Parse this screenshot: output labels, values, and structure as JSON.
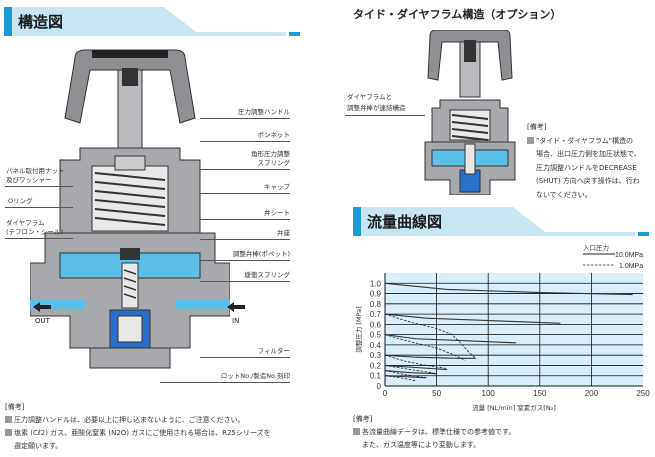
{
  "structure": {
    "title": "構造図",
    "labels_left": [
      "パネル取付用ナット",
      "及びワッシャー",
      "Oリング",
      "ダイヤフラム",
      "(テフロン・シール)"
    ],
    "labels_right": [
      "圧力調整ハンドル",
      "ボンネット",
      "角形圧力調整",
      "スプリング",
      "キャップ",
      "弁シート",
      "弁座",
      "調整弁棒(ポペット)",
      "緩衝スプリング",
      "フィルター",
      "ロットNo./製造No.刻印"
    ],
    "out_label": "OUT",
    "in_label": "IN",
    "notes_heading": "[備考]",
    "notes": [
      "圧力調整ハンドルは、必要以上に押し込まないように、ご注意ください。",
      "塩素 (Cℓ2) ガス、亜酸化窒素 (N2O) ガスにご使用される場合は、R25シリーズを",
      "選定願います。"
    ]
  },
  "tied": {
    "title": "タイド・ダイヤフラム構造（オプション）",
    "label": [
      "ダイヤフラムと",
      "調整弁棒が連結構造"
    ],
    "notes_heading": "[備考]",
    "notes": [
      "\"タイド・ダイヤフラム\"構造の",
      "場合、出口圧力側を加圧状態で、",
      "圧力調整ハンドルをDECREASE",
      "(SHUT) 方向へ戻す操作は、行わ",
      "ないでください。"
    ]
  },
  "flow": {
    "title": "流量曲線図",
    "notes_heading": "[備考]",
    "notes": [
      "各流量曲線データは、標準仕様での参考値です。",
      "また、ガス温度等により変動します。"
    ]
  },
  "colors": {
    "accent": "#1a9bd7",
    "header_bg": "#c8e6f2",
    "fluid": "#5bbfe8",
    "plot_bg": "#d9eef8"
  },
  "chart_data": {
    "type": "line",
    "title": "流量曲線図",
    "xlabel": "流量 [NL/min]  窒素ガス[N₂]",
    "ylabel": "調整圧力 [MPa]",
    "xlim": [
      0,
      250
    ],
    "ylim": [
      0,
      1.1
    ],
    "xticks": [
      "0",
      "50",
      "100",
      "150",
      "200",
      "250"
    ],
    "yticks": [
      "0",
      "0.1",
      "0.2",
      "0.3",
      "0.4",
      "0.5",
      "0.6",
      "0.7",
      "0.8",
      "0.9",
      "1.0"
    ],
    "grid": true,
    "legend_title": "入口圧力",
    "legend_position": "top-right",
    "series": [
      {
        "name": "10.0MPa",
        "style": "solid",
        "curves": [
          [
            [
              0,
              1.0
            ],
            [
              60,
              0.94
            ],
            [
              150,
              0.91
            ],
            [
              240,
              0.89
            ]
          ],
          [
            [
              0,
              0.7
            ],
            [
              40,
              0.66
            ],
            [
              120,
              0.63
            ],
            [
              170,
              0.61
            ]
          ],
          [
            [
              0,
              0.5
            ],
            [
              30,
              0.46
            ],
            [
              80,
              0.44
            ],
            [
              127,
              0.42
            ]
          ],
          [
            [
              0,
              0.3
            ],
            [
              30,
              0.28
            ],
            [
              70,
              0.27
            ],
            [
              88,
              0.27
            ]
          ],
          [
            [
              0,
              0.2
            ],
            [
              30,
              0.18
            ],
            [
              60,
              0.16
            ]
          ],
          [
            [
              0,
              0.15
            ],
            [
              25,
              0.13
            ],
            [
              50,
              0.12
            ]
          ],
          [
            [
              0,
              0.1
            ],
            [
              20,
              0.09
            ],
            [
              40,
              0.08
            ]
          ]
        ]
      },
      {
        "name": "1.0MPa",
        "style": "dashed",
        "curves": [
          [
            [
              0,
              0.7
            ],
            [
              25,
              0.62
            ],
            [
              50,
              0.56
            ],
            [
              65,
              0.5
            ],
            [
              75,
              0.4
            ],
            [
              82,
              0.32
            ],
            [
              88,
              0.27
            ]
          ],
          [
            [
              0,
              0.5
            ],
            [
              25,
              0.43
            ],
            [
              50,
              0.37
            ],
            [
              65,
              0.31
            ],
            [
              78,
              0.25
            ]
          ],
          [
            [
              0,
              0.3
            ],
            [
              20,
              0.24
            ],
            [
              40,
              0.2
            ],
            [
              60,
              0.17
            ]
          ],
          [
            [
              0,
              0.2
            ],
            [
              25,
              0.16
            ],
            [
              45,
              0.13
            ],
            [
              50,
              0.12
            ]
          ],
          [
            [
              0,
              0.15
            ],
            [
              20,
              0.11
            ],
            [
              40,
              0.08
            ]
          ],
          [
            [
              0,
              0.1
            ],
            [
              15,
              0.08
            ],
            [
              30,
              0.05
            ]
          ]
        ]
      }
    ]
  }
}
